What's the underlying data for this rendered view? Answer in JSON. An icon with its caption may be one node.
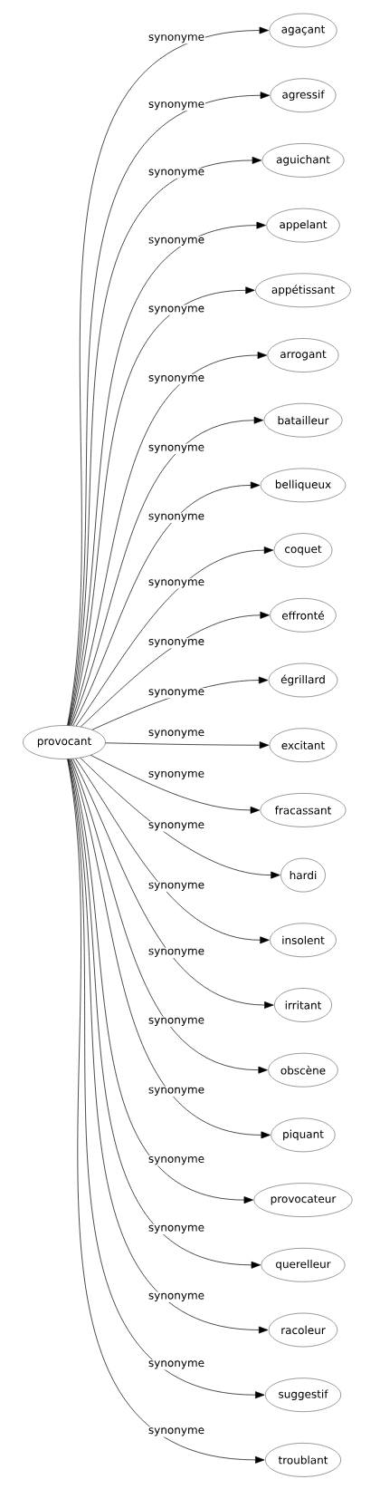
{
  "diagram": {
    "nodes": [
      {
        "text": [
          "provocant"
        ]
      },
      {
        "text": [
          "agaçant"
        ]
      },
      {
        "text": [
          "agressif"
        ]
      },
      {
        "text": [
          "aguichant"
        ]
      },
      {
        "text": [
          "appelant"
        ]
      },
      {
        "text": [
          "appétissant"
        ]
      },
      {
        "text": [
          "arrogant"
        ]
      },
      {
        "text": [
          "batailleur"
        ]
      },
      {
        "text": [
          "belliqueux"
        ]
      },
      {
        "text": [
          "coquet"
        ]
      },
      {
        "text": [
          "effronté"
        ]
      },
      {
        "text": [
          "égrillard"
        ]
      },
      {
        "text": [
          "excitant"
        ]
      },
      {
        "text": [
          "fracassant"
        ]
      },
      {
        "text": [
          "hardi"
        ]
      },
      {
        "text": [
          "insolent"
        ]
      },
      {
        "text": [
          "irritant"
        ]
      },
      {
        "text": [
          "obscène"
        ]
      },
      {
        "text": [
          "piquant"
        ]
      },
      {
        "text": [
          "provocateur"
        ]
      },
      {
        "text": [
          "querelleur"
        ]
      },
      {
        "text": [
          "racoleur"
        ]
      },
      {
        "text": [
          "suggestif"
        ]
      },
      {
        "text": [
          "troublant"
        ]
      }
    ],
    "edges": [
      {
        "from": 0,
        "to": 1,
        "arrow": "to",
        "label": "synonyme"
      },
      {
        "from": 0,
        "to": 2,
        "arrow": "to",
        "label": "synonyme"
      },
      {
        "from": 0,
        "to": 3,
        "arrow": "to",
        "label": "synonyme"
      },
      {
        "from": 0,
        "to": 4,
        "arrow": "to",
        "label": "synonyme"
      },
      {
        "from": 0,
        "to": 5,
        "arrow": "to",
        "label": "synonyme"
      },
      {
        "from": 0,
        "to": 6,
        "arrow": "to",
        "label": "synonyme"
      },
      {
        "from": 0,
        "to": 7,
        "arrow": "to",
        "label": "synonyme"
      },
      {
        "from": 0,
        "to": 8,
        "arrow": "to",
        "label": "synonyme"
      },
      {
        "from": 0,
        "to": 9,
        "arrow": "to",
        "label": "synonyme"
      },
      {
        "from": 0,
        "to": 10,
        "arrow": "to",
        "label": "synonyme"
      },
      {
        "from": 0,
        "to": 11,
        "arrow": "to",
        "label": "synonyme"
      },
      {
        "from": 0,
        "to": 12,
        "arrow": "to",
        "label": "synonyme"
      },
      {
        "from": 0,
        "to": 13,
        "arrow": "to",
        "label": "synonyme"
      },
      {
        "from": 0,
        "to": 14,
        "arrow": "to",
        "label": "synonyme"
      },
      {
        "from": 0,
        "to": 15,
        "arrow": "to",
        "label": "synonyme"
      },
      {
        "from": 0,
        "to": 16,
        "arrow": "to",
        "label": "synonyme"
      },
      {
        "from": 0,
        "to": 17,
        "arrow": "to",
        "label": "synonyme"
      },
      {
        "from": 0,
        "to": 18,
        "arrow": "to",
        "label": "synonyme"
      },
      {
        "from": 0,
        "to": 19,
        "arrow": "to",
        "label": "synonyme"
      },
      {
        "from": 0,
        "to": 20,
        "arrow": "to",
        "label": "synonyme"
      },
      {
        "from": 0,
        "to": 21,
        "arrow": "to",
        "label": "synonyme"
      },
      {
        "from": 0,
        "to": 22,
        "arrow": "to",
        "label": "synonyme"
      },
      {
        "from": 0,
        "to": 23,
        "arrow": "to",
        "label": "synonyme"
      }
    ]
  }
}
